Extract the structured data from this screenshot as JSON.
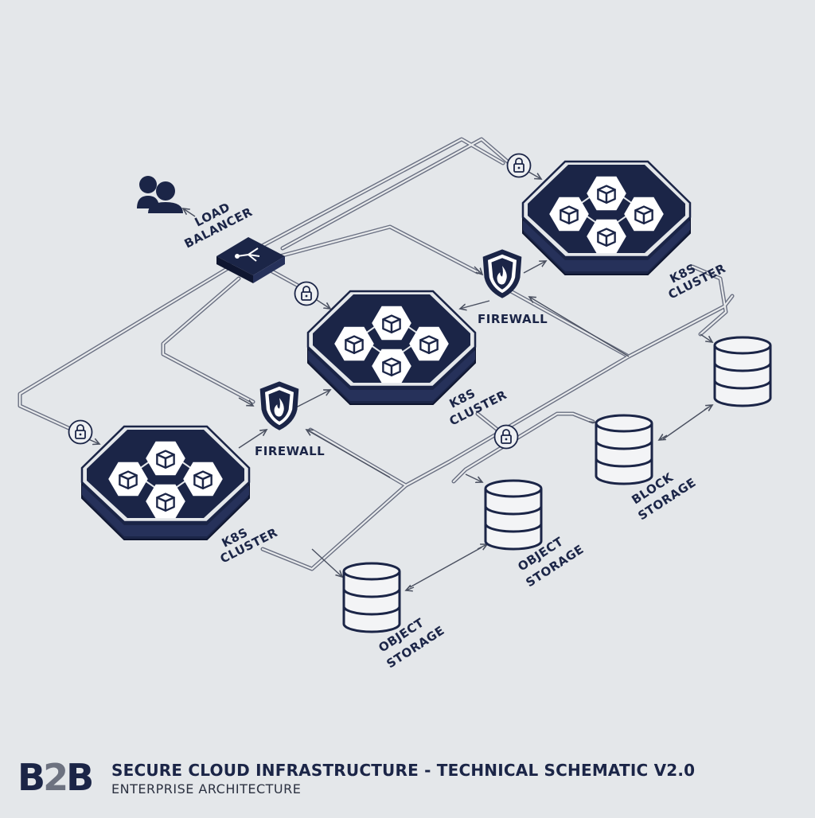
{
  "diagram": {
    "labels": {
      "load_balancer": [
        "LOAD",
        "BALANCER"
      ],
      "k8s_cluster": [
        "K8S",
        "CLUSTER"
      ],
      "firewall": "FIREWALL",
      "object_storage": [
        "OBJECT",
        "STORAGE"
      ],
      "block_storage": [
        "BLOCK",
        "STORAGE"
      ]
    },
    "nodes": [
      {
        "id": "user",
        "kind": "user"
      },
      {
        "id": "load-balancer",
        "kind": "load_balancer"
      },
      {
        "id": "k8s-cluster-left",
        "kind": "k8s_cluster"
      },
      {
        "id": "k8s-cluster-center",
        "kind": "k8s_cluster"
      },
      {
        "id": "k8s-cluster-right",
        "kind": "k8s_cluster"
      },
      {
        "id": "firewall-left",
        "kind": "firewall"
      },
      {
        "id": "firewall-right",
        "kind": "firewall"
      },
      {
        "id": "object-storage-bottom",
        "kind": "object_storage"
      },
      {
        "id": "object-storage-middle",
        "kind": "object_storage"
      },
      {
        "id": "block-storage-center",
        "kind": "block_storage"
      },
      {
        "id": "block-storage-right",
        "kind": "block_storage"
      }
    ],
    "colors": {
      "navy": "#1b2547",
      "line": "#7b8090",
      "background": "#e4e7ea"
    }
  },
  "footer": {
    "logo": {
      "part1": "B",
      "part2": "2",
      "part3": "B"
    },
    "title": "SECURE CLOUD INFRASTRUCTURE - TECHNICAL SCHEMATIC V2.0",
    "subtitle": "ENTERPRISE ARCHITECTURE"
  }
}
